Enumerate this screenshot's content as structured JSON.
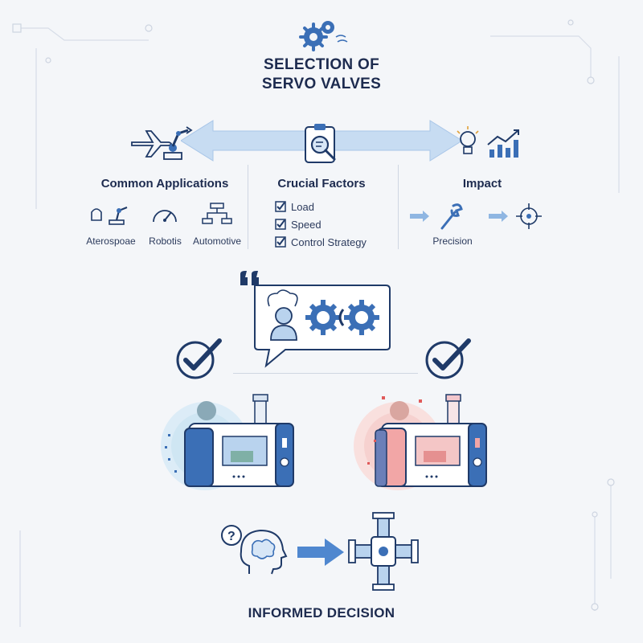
{
  "header": {
    "title_line1": "SELECTION OF",
    "title_line2": "SERVO VALVES"
  },
  "columns": {
    "applications": {
      "title": "Common Applications",
      "items": [
        "Aterospoae",
        "Robotis",
        "Automotive"
      ]
    },
    "factors": {
      "title": "Crucial Factors",
      "items": [
        "Load",
        "Speed",
        "Control Strategy"
      ]
    },
    "impact": {
      "title": "Impact",
      "item": "Precision"
    }
  },
  "footer": {
    "caption": "INFORMED DECISION"
  },
  "colors": {
    "navy": "#1f3a68",
    "blue": "#3b6fb6",
    "lightblue": "#b9d3ee",
    "pink": "#f2a6a6"
  }
}
